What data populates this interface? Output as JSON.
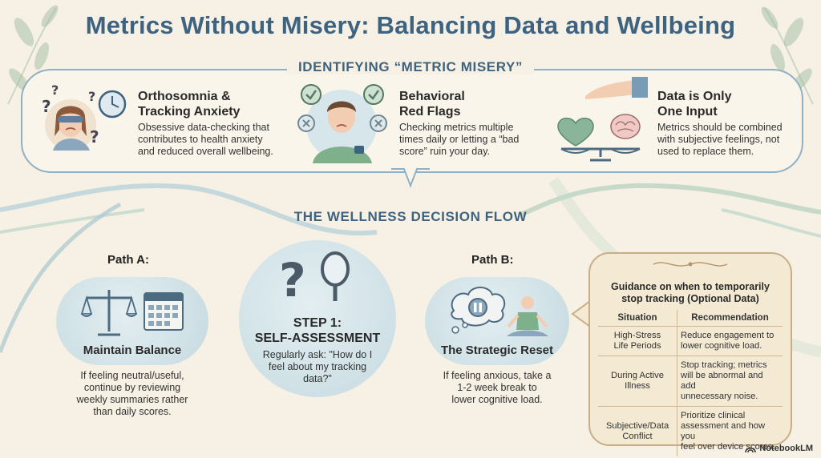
{
  "title": "Metrics Without Misery: Balancing Data and Wellbeing",
  "section1": {
    "heading": "IDENTIFYING “METRIC MISERY”",
    "cards": [
      {
        "title_line1": "Orthosomnia &",
        "title_line2": "Tracking Anxiety",
        "desc_lines": [
          "Obsessive data-checking that",
          "contributes to health anxiety",
          "and reduced overall wellbeing."
        ]
      },
      {
        "title_line1": "Behavioral",
        "title_line2": "Red Flags",
        "desc_lines": [
          "Checking metrics multiple",
          "times daily or letting a “bad",
          "score” ruin your day."
        ]
      },
      {
        "title_line1": "Data is Only",
        "title_line2": "One Input",
        "desc_lines": [
          "Metrics should be combined",
          "with subjective feelings, not",
          "used to replace them."
        ]
      }
    ]
  },
  "section2": {
    "heading": "THE WELLNESS DECISION FLOW",
    "path_a": {
      "label": "Path A:",
      "title": "Maintain Balance",
      "desc_lines": [
        "If feeling neutral/useful,",
        "continue by reviewing",
        "weekly summaries rather",
        "than daily scores."
      ]
    },
    "step1": {
      "title_line1": "STEP 1:",
      "title_line2": "SELF-ASSESSMENT",
      "desc_lines": [
        "Regularly ask: \"How do I",
        "feel about my tracking",
        "data?\""
      ]
    },
    "path_b": {
      "label": "Path B:",
      "title": "The Strategic Reset",
      "desc_lines": [
        "If feeling anxious, take a",
        "1-2 week break to",
        "lower cognitive load."
      ]
    }
  },
  "guidance": {
    "title_line1": "Guidance on when to temporarily",
    "title_line2": "stop tracking (Optional Data)",
    "headers": [
      "Situation",
      "Recommendation"
    ],
    "rows": [
      {
        "situation_lines": [
          "High-Stress",
          "Life Periods"
        ],
        "rec_lines": [
          "Reduce engagement to",
          "lower cognitive load."
        ]
      },
      {
        "situation_lines": [
          "During Active",
          "Illness"
        ],
        "rec_lines": [
          "Stop tracking; metrics",
          "will be abnormal and add",
          "unnecessary noise."
        ]
      },
      {
        "situation_lines": [
          "Subjective/Data",
          "Conflict"
        ],
        "rec_lines": [
          "Prioritize clinical",
          "assessment and how you",
          "feel over device scores."
        ]
      }
    ]
  },
  "logo": "NotebookLM",
  "colors": {
    "heading": "#3e6380",
    "panel_border": "#8fb0c4",
    "table_border": "#c9ad86",
    "background": "#f6f1e4"
  }
}
